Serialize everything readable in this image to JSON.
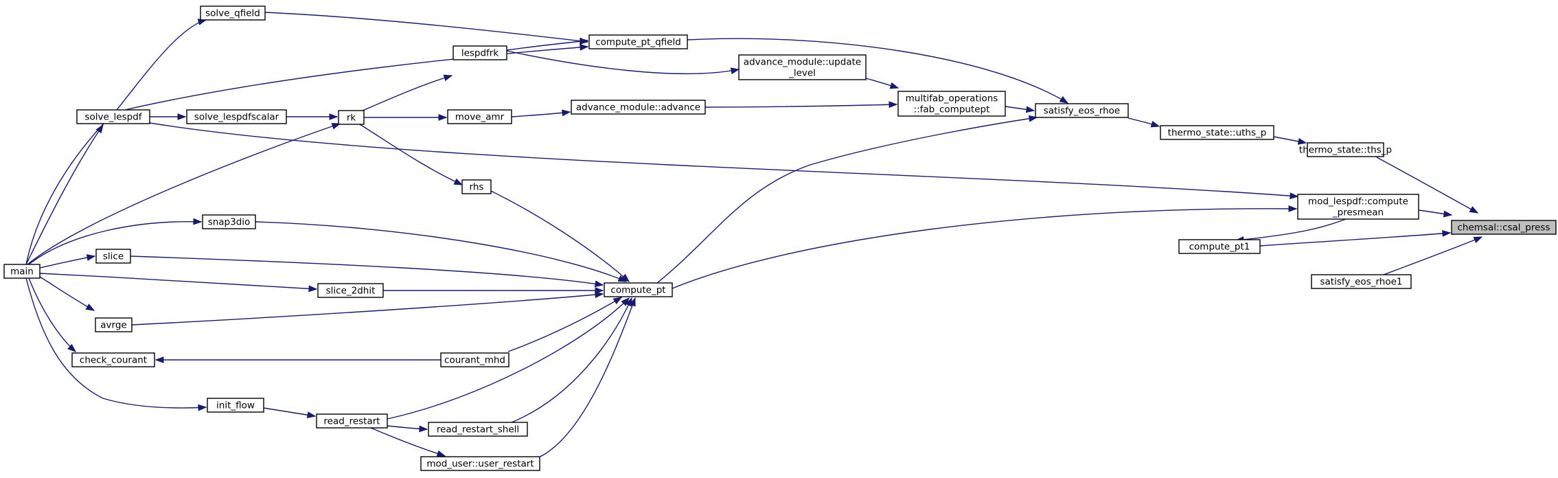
{
  "graph": {
    "title": "",
    "colors": {
      "edge": "#191970",
      "node_border": "#000000",
      "node_fill": "#ffffff",
      "highlight_fill": "#bfbfbf"
    },
    "nodes": [
      {
        "id": "csal_press",
        "lines": [
          "chemsal::csal_press"
        ],
        "highlight": true
      },
      {
        "id": "ths_p",
        "lines": [
          "thermo_state::ths_p"
        ]
      },
      {
        "id": "uths_p",
        "lines": [
          "thermo_state::uths_p"
        ]
      },
      {
        "id": "satisfy_eos_rhoe",
        "lines": [
          "satisfy_eos_rhoe"
        ]
      },
      {
        "id": "satisfy_eos_rhoe1",
        "lines": [
          "satisfy_eos_rhoe1"
        ]
      },
      {
        "id": "compute_pt1",
        "lines": [
          "compute_pt1"
        ]
      },
      {
        "id": "compute_presmean",
        "lines": [
          "mod_lespdf::compute",
          "_presmean"
        ]
      },
      {
        "id": "fab_computept",
        "lines": [
          "multifab_operations",
          "::fab_computept"
        ]
      },
      {
        "id": "update_level",
        "lines": [
          "advance_module::update",
          "_level"
        ]
      },
      {
        "id": "advance",
        "lines": [
          "advance_module::advance"
        ]
      },
      {
        "id": "compute_pt_qfield",
        "lines": [
          "compute_pt_qfield"
        ]
      },
      {
        "id": "compute_pt",
        "lines": [
          "compute_pt"
        ]
      },
      {
        "id": "solve_qfield",
        "lines": [
          "solve_qfield"
        ]
      },
      {
        "id": "lespdfrk",
        "lines": [
          "lespdfrk"
        ]
      },
      {
        "id": "rk",
        "lines": [
          "rk"
        ]
      },
      {
        "id": "move_amr",
        "lines": [
          "move_amr"
        ]
      },
      {
        "id": "rhs",
        "lines": [
          "rhs"
        ]
      },
      {
        "id": "solve_lespdf",
        "lines": [
          "solve_lespdf"
        ]
      },
      {
        "id": "solve_lespdfscalar",
        "lines": [
          "solve_lespdfscalar"
        ]
      },
      {
        "id": "snap3dio",
        "lines": [
          "snap3dio"
        ]
      },
      {
        "id": "slice",
        "lines": [
          "slice"
        ]
      },
      {
        "id": "slice_2dhit",
        "lines": [
          "slice_2dhit"
        ]
      },
      {
        "id": "avrge",
        "lines": [
          "avrge"
        ]
      },
      {
        "id": "check_courant",
        "lines": [
          "check_courant"
        ]
      },
      {
        "id": "courant_mhd",
        "lines": [
          "courant_mhd"
        ]
      },
      {
        "id": "init_flow",
        "lines": [
          "init_flow"
        ]
      },
      {
        "id": "read_restart",
        "lines": [
          "read_restart"
        ]
      },
      {
        "id": "read_restart_shell",
        "lines": [
          "read_restart_shell"
        ]
      },
      {
        "id": "user_restart",
        "lines": [
          "mod_user::user_restart"
        ]
      },
      {
        "id": "main",
        "lines": [
          "main"
        ]
      }
    ],
    "edges": [
      {
        "from": "ths_p",
        "to": "csal_press"
      },
      {
        "from": "compute_presmean",
        "to": "csal_press"
      },
      {
        "from": "compute_pt1",
        "to": "csal_press"
      },
      {
        "from": "satisfy_eos_rhoe1",
        "to": "csal_press"
      },
      {
        "from": "uths_p",
        "to": "ths_p"
      },
      {
        "from": "satisfy_eos_rhoe",
        "to": "uths_p"
      },
      {
        "from": "compute_pt_qfield",
        "to": "satisfy_eos_rhoe"
      },
      {
        "from": "fab_computept",
        "to": "satisfy_eos_rhoe"
      },
      {
        "from": "compute_pt",
        "to": "satisfy_eos_rhoe"
      },
      {
        "from": "update_level",
        "to": "fab_computept"
      },
      {
        "from": "advance",
        "to": "fab_computept"
      },
      {
        "from": "lespdfrk",
        "to": "update_level"
      },
      {
        "from": "move_amr",
        "to": "advance"
      },
      {
        "from": "solve_qfield",
        "to": "compute_pt_qfield"
      },
      {
        "from": "solve_lespdf",
        "to": "compute_pt_qfield"
      },
      {
        "from": "lespdfrk",
        "to": "compute_pt_qfield"
      },
      {
        "from": "rk",
        "to": "lespdfrk"
      },
      {
        "from": "rk",
        "to": "move_amr"
      },
      {
        "from": "rk",
        "to": "rhs"
      },
      {
        "from": "solve_lespdf",
        "to": "compute_presmean"
      },
      {
        "from": "compute_pt",
        "to": "compute_presmean"
      },
      {
        "from": "compute_presmean",
        "to": "compute_pt1"
      },
      {
        "from": "solve_lespdf",
        "to": "solve_lespdfscalar"
      },
      {
        "from": "solve_lespdfscalar",
        "to": "rk"
      },
      {
        "from": "main",
        "to": "solve_lespdf"
      },
      {
        "from": "main",
        "to": "solve_qfield"
      },
      {
        "from": "main",
        "to": "rk"
      },
      {
        "from": "main",
        "to": "snap3dio"
      },
      {
        "from": "main",
        "to": "slice"
      },
      {
        "from": "main",
        "to": "slice_2dhit"
      },
      {
        "from": "main",
        "to": "avrge"
      },
      {
        "from": "main",
        "to": "check_courant"
      },
      {
        "from": "main",
        "to": "init_flow"
      },
      {
        "from": "rhs",
        "to": "compute_pt"
      },
      {
        "from": "snap3dio",
        "to": "compute_pt"
      },
      {
        "from": "slice",
        "to": "compute_pt"
      },
      {
        "from": "slice_2dhit",
        "to": "compute_pt"
      },
      {
        "from": "avrge",
        "to": "compute_pt"
      },
      {
        "from": "courant_mhd",
        "to": "compute_pt"
      },
      {
        "from": "read_restart",
        "to": "compute_pt"
      },
      {
        "from": "read_restart_shell",
        "to": "compute_pt"
      },
      {
        "from": "user_restart",
        "to": "compute_pt"
      },
      {
        "from": "courant_mhd",
        "to": "check_courant"
      },
      {
        "from": "init_flow",
        "to": "read_restart"
      },
      {
        "from": "read_restart",
        "to": "read_restart_shell"
      },
      {
        "from": "read_restart",
        "to": "user_restart"
      }
    ]
  }
}
